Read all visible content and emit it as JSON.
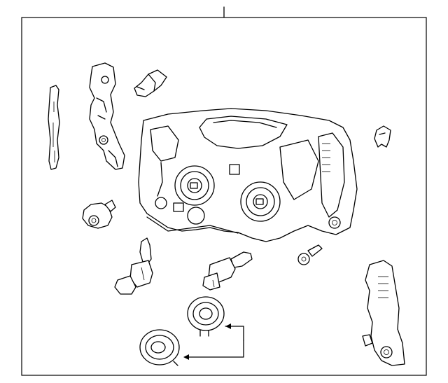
{
  "diagram": {
    "callout_labels": [],
    "parts": [
      {
        "id": "headlamp-assembly",
        "icon": "headlamp-housing"
      },
      {
        "id": "adjuster-bracket-left",
        "icon": "bracket"
      },
      {
        "id": "clip-connector",
        "icon": "connector"
      },
      {
        "id": "trim-strip",
        "icon": "strip"
      },
      {
        "id": "side-marker-bulb",
        "icon": "bulb-socket"
      },
      {
        "id": "halogen-bulb-low",
        "icon": "bulb"
      },
      {
        "id": "halogen-bulb-high",
        "icon": "bulb"
      },
      {
        "id": "cap-a",
        "icon": "cap"
      },
      {
        "id": "cap-b",
        "icon": "cap"
      },
      {
        "id": "mounting-screw",
        "icon": "screw"
      },
      {
        "id": "retainer-clip",
        "icon": "clip"
      },
      {
        "id": "adjuster-bracket-right",
        "icon": "bracket"
      }
    ],
    "colors": {
      "line": "#000000",
      "background": "#ffffff"
    }
  }
}
